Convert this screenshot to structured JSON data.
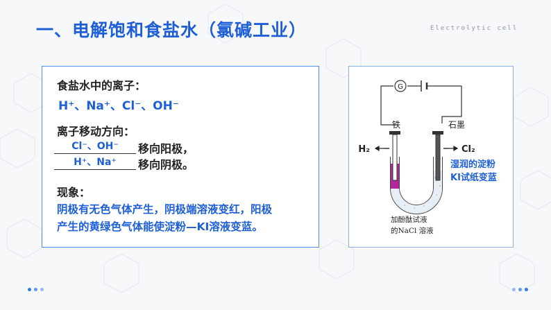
{
  "title": "一、电解饱和食盐水（氯碱工业）",
  "watermark": "Electrolytic cell",
  "ions": {
    "heading": "食盐水中的离子：",
    "list": "H⁺、Na⁺、Cl⁻、OH⁻"
  },
  "movement": {
    "heading": "离子移动方向：",
    "anions": "Cl⁻、OH⁻",
    "anions_suffix": "移向阳极，",
    "cations": "H⁺、Na⁺",
    "cations_suffix": "移向阴极。"
  },
  "phenomena": {
    "heading": "现象：",
    "line1": "阴极有无色气体产生，阴极端溶液变红，阳极",
    "line2": "产生的黄绿色气体能使淀粉—KI溶液变蓝。"
  },
  "diagram": {
    "galvanometer": "G",
    "iron_label": "铁",
    "graphite_label": "石墨",
    "h2_label": "H₂",
    "cl2_label": "Cl₂",
    "ki_paper_line1": "湿润的淀粉",
    "ki_paper_line2": "KI试纸变蓝",
    "solution_line1": "加酚酞试液",
    "solution_line2": "的NaCl 溶液"
  },
  "colors": {
    "title_blue": "#1e5fd8",
    "pink_solution": "#b0279a",
    "box_border": "#4d8fe6"
  }
}
